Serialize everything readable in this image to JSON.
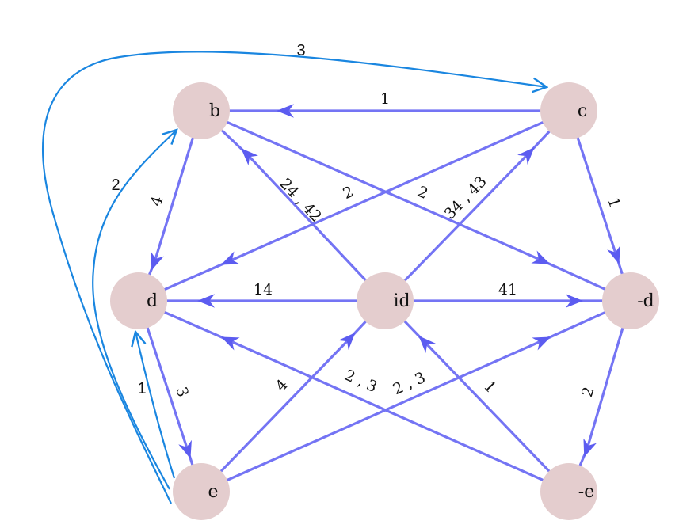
{
  "colors": {
    "node_fill": "#e4cdce",
    "edge": "#7474f4",
    "arrow": "#5c5cf0",
    "blue_edge": "#1a86e0"
  },
  "nodes": {
    "b": "b",
    "c": "c",
    "d": "d",
    "id": "id",
    "neg_d": "-d",
    "e": "e",
    "neg_e": "-e"
  },
  "edges": {
    "c_b": "1",
    "b_d": "4",
    "id_b": "24 , 42",
    "c_d": "2",
    "b_negd": "2",
    "id_c": "34 , 43",
    "c_negd": "1",
    "id_d": "14",
    "id_negd": "41",
    "d_e": "3",
    "e_id": "4",
    "nege_d": "2 , 3",
    "e_negd": "2 , 3",
    "nege_id": "1",
    "negd_nege": "2"
  },
  "blue_edges": {
    "e_c": "3",
    "e_b": "2",
    "e_d": "1"
  }
}
